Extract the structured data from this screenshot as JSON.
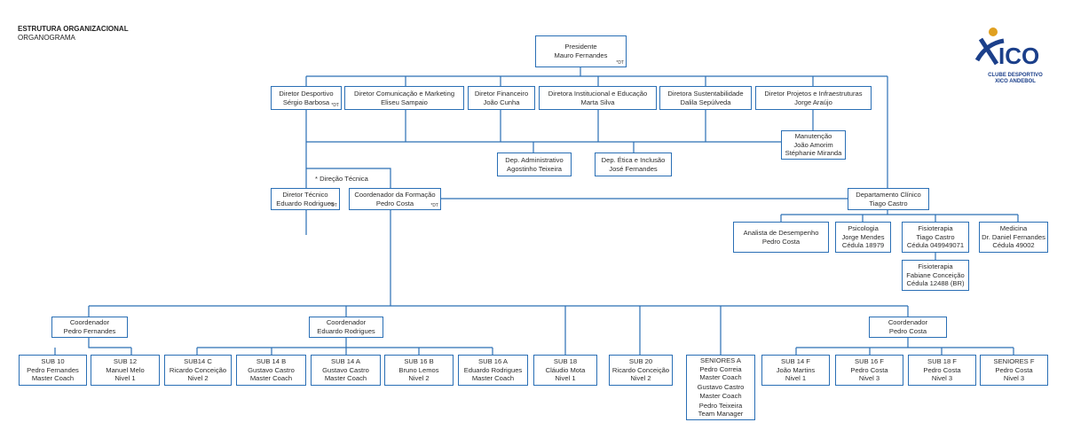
{
  "header": {
    "title": "ESTRUTURA ORGANIZACIONAL",
    "subtitle": "ORGANOGRAMA"
  },
  "logo": {
    "mark_text": "ICO",
    "line1": "CLUBE DESPORTIVO",
    "line2": "XICO ANDEBOL",
    "colors": {
      "blue": "#1b3f8a",
      "gold": "#e0a020"
    }
  },
  "colors": {
    "box_border": "#2a6fb5",
    "connector": "#2a6fb5"
  },
  "note": "*  Direção Técnica",
  "dt_mark": "*DT",
  "nodes": {
    "presidente": {
      "lines": [
        "Presidente",
        "Mauro Fernandes"
      ],
      "dt": true
    },
    "dir_desportivo": {
      "lines": [
        "Diretor Desportivo",
        "Sérgio Barbosa"
      ],
      "dt": true
    },
    "dir_comunicacao": {
      "lines": [
        "Diretor Comunicação e Marketing",
        "Eliseu Sampaio"
      ]
    },
    "dir_financeiro": {
      "lines": [
        "Diretor Financeiro",
        "João Cunha"
      ]
    },
    "dir_institucional": {
      "lines": [
        "Diretora Institucional e Educação",
        "Marta Silva"
      ]
    },
    "dir_sustentabilidade": {
      "lines": [
        "Diretora Sustentabilidade",
        "Dalila Sepúlveda"
      ]
    },
    "dir_projetos": {
      "lines": [
        "Diretor Projetos e Infraestruturas",
        "Jorge Araújo"
      ]
    },
    "manutencao": {
      "lines": [
        "Manutenção",
        "João Amorim",
        "Stéphanie Miranda"
      ]
    },
    "dep_administrativo": {
      "lines": [
        "Dep. Administrativo",
        "Agostinho Teixeira"
      ]
    },
    "dep_etica": {
      "lines": [
        "Dep. Ética e Inclusão",
        "José Fernandes"
      ]
    },
    "diretor_tecnico": {
      "lines": [
        "Diretor Técnico",
        "Eduardo Rodrigues"
      ],
      "dt": true
    },
    "coord_formacao": {
      "lines": [
        "Coordenador da Formação",
        "Pedro Costa"
      ],
      "dt": true
    },
    "dep_clinico": {
      "lines": [
        "Departamento Clínico",
        "Tiago Castro"
      ]
    },
    "analista": {
      "lines": [
        "Analista de Desempenho",
        "Pedro Costa"
      ]
    },
    "psicologia": {
      "lines": [
        "Psicologia",
        "Jorge Mendes",
        "Cédula 18979"
      ]
    },
    "fisio1": {
      "lines": [
        "Fisioterapia",
        "Tiago Castro",
        "Cédula 049949071"
      ]
    },
    "medicina": {
      "lines": [
        "Medicina",
        "Dr. Daniel Fernandes",
        "Cédula 49002"
      ]
    },
    "fisio2": {
      "lines": [
        "Fisioterapia",
        "Fabiane Conceição",
        "Cédula 12488 (BR)"
      ]
    },
    "coord_pf": {
      "lines": [
        "Coordenador",
        "Pedro Fernandes"
      ]
    },
    "coord_er": {
      "lines": [
        "Coordenador",
        "Eduardo Rodrigues"
      ]
    },
    "coord_pc": {
      "lines": [
        "Coordenador",
        "Pedro Costa"
      ]
    },
    "sub10": {
      "lines": [
        "SUB 10",
        "Pedro Fernandes",
        "Master Coach"
      ]
    },
    "sub12": {
      "lines": [
        "SUB 12",
        "Manuel Melo",
        "Nivel 1"
      ]
    },
    "sub14c": {
      "lines": [
        "SUB14 C",
        "Ricardo Conceição",
        "Nivel 2"
      ]
    },
    "sub14b": {
      "lines": [
        "SUB 14 B",
        "Gustavo Castro",
        "Master Coach"
      ]
    },
    "sub14a": {
      "lines": [
        "SUB 14 A",
        "Gustavo Castro",
        "Master Coach"
      ]
    },
    "sub16b": {
      "lines": [
        "SUB 16 B",
        "Bruno Lemos",
        "Nivel 2"
      ]
    },
    "sub16a": {
      "lines": [
        "SUB 16 A",
        "Eduardo Rodrigues",
        "Master Coach"
      ]
    },
    "sub18": {
      "lines": [
        "SUB 18",
        "Cláudio Mota",
        "Nivel 1"
      ]
    },
    "sub20": {
      "lines": [
        "SUB 20",
        "Ricardo Conceição",
        "Nivel 2"
      ]
    },
    "seniores_a": {
      "groups": [
        [
          "SENIORES A",
          "Pedro Correia",
          "Master Coach"
        ],
        [
          "Gustavo Castro",
          "Master Coach"
        ],
        [
          "Pedro Teixeira",
          "Team Manager"
        ]
      ]
    },
    "sub14f": {
      "lines": [
        "SUB 14 F",
        "João Martins",
        "Nivel 1"
      ]
    },
    "sub16f": {
      "lines": [
        "SUB 16 F",
        "Pedro Costa",
        "Nivel 3"
      ]
    },
    "sub18f": {
      "lines": [
        "SUB 18 F",
        "Pedro Costa",
        "Nivel 3"
      ]
    },
    "seniores_f": {
      "lines": [
        "SENIORES F",
        "Pedro Costa",
        "Nivel 3"
      ]
    }
  }
}
